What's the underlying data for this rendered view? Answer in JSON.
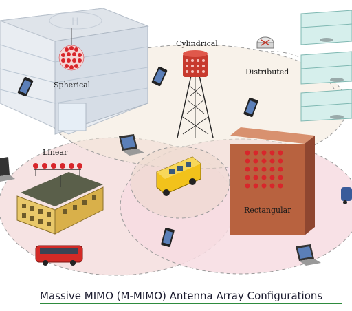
{
  "labels": {
    "spherical": "Spherical",
    "cylindrical": "Cylindrical",
    "distributed": "Distributed",
    "linear": "Linear",
    "rectangular": "Rectangular"
  },
  "caption": "Massive MIMO (M-MIMO) Antenna Array Configurations",
  "colors": {
    "antenna_red": "#d8262b",
    "zone_pink": "#f7dce2",
    "zone_beige": "#f2e7d8",
    "dashed_line": "#9a9a9a",
    "caption_underline": "#2e8b3e",
    "rect_building": "#b8623f"
  }
}
